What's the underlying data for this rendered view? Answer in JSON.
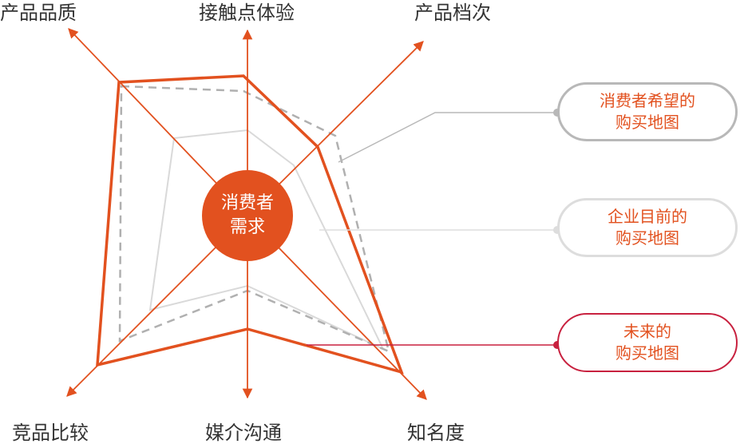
{
  "axes": {
    "quality": "产品品质",
    "touchpoint": "接触点体验",
    "grade": "产品档次",
    "awareness": "知名度",
    "media": "媒介沟通",
    "competitor": "竞品比较"
  },
  "center": {
    "line1": "消费者",
    "line2": "需求"
  },
  "legend": {
    "hoped": {
      "line1": "消费者希望的",
      "line2": "购买地图"
    },
    "current": {
      "line1": "企业目前的",
      "line2": "购买地图"
    },
    "future": {
      "line1": "未来的",
      "line2": "购买地图"
    }
  },
  "colors": {
    "accent": "#e2511f",
    "future_dot": "#c8213f",
    "hoped_dash": "#b0b0b0",
    "current_line": "#d9d9d9"
  }
}
